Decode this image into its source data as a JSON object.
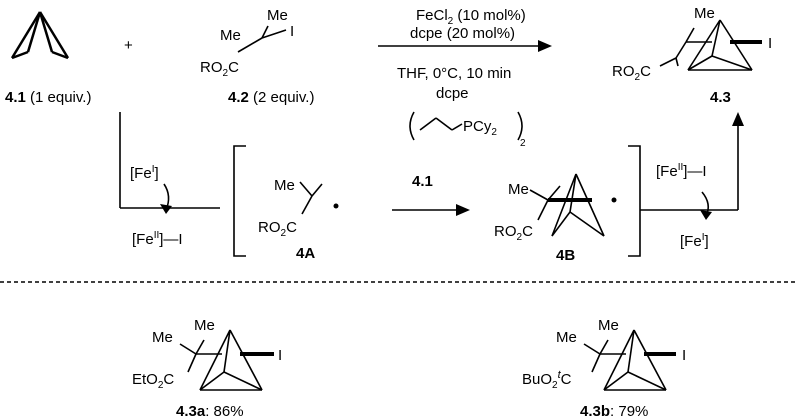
{
  "reaction": {
    "reagent1": {
      "id": "4.1",
      "equiv": " (1 equiv.)"
    },
    "plus": "+",
    "reagent2": {
      "id": "4.2",
      "equiv": " (2 equiv.)",
      "me": "Me",
      "i": "I",
      "ro2c": "RO",
      "ro2c_tail": "C"
    },
    "conditions": {
      "catalyst": "FeCl",
      "catalyst_tail": " (10 mol%)",
      "ligand": "dcpe (20 mol%)",
      "solvent": "THF, 0°C, 10 min",
      "ligand_name": "dcpe",
      "ligand_formula": "PCy"
    },
    "product": {
      "id": "4.3",
      "me": "Me",
      "i": "I",
      "ro2c": "RO",
      "ro2c_tail": "C"
    }
  },
  "mechanism": {
    "fe1": "[Fe",
    "fe1_ox": "I",
    "fe1_close": "]",
    "fe2": "[Fe",
    "fe2_ox": "II",
    "fe2_tail": "]—I",
    "radical_4A": {
      "id": "4A",
      "me": "Me",
      "ro2c": "RO",
      "ro2c_tail": "C"
    },
    "over_arrow": "4.1",
    "radical_4B": {
      "id": "4B",
      "me": "Me",
      "ro2c": "RO",
      "ro2c_tail": "C"
    },
    "fe3": "[Fe",
    "fe3_ox": "II",
    "fe3_tail": "]—I",
    "fe4": "[Fe",
    "fe4_ox": "I",
    "fe4_close": "]"
  },
  "examples": [
    {
      "id": "4.3a",
      "yield": ": 86%",
      "me": "Me",
      "i": "I",
      "ester": "EtO",
      "ester_tail": "C"
    },
    {
      "id": "4.3b",
      "yield": ": 79%",
      "me": "Me",
      "i": "I",
      "ester": "BuO",
      "ester_t": "t",
      "ester_tail": "C"
    }
  ]
}
